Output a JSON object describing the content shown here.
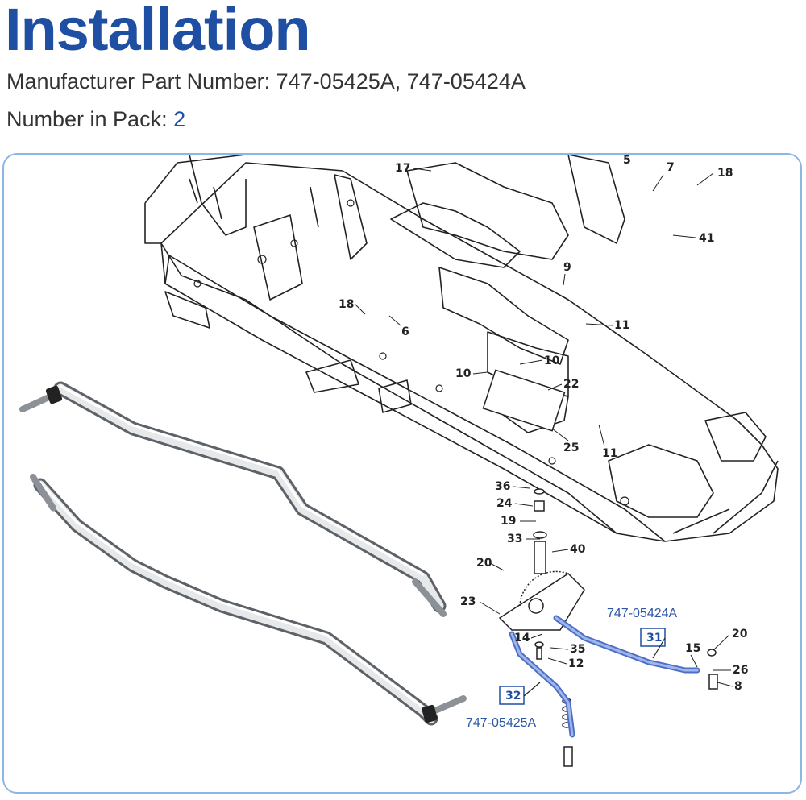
{
  "header": {
    "title": "Installation",
    "mpn_label": "Manufacturer Part Number: ",
    "mpn_value": "747-05425A, 747-05424A",
    "pack_label": "Number in Pack: ",
    "pack_value": "2"
  },
  "diagram": {
    "callouts": [
      "17",
      "5",
      "7",
      "18",
      "41",
      "9",
      "18",
      "6",
      "11",
      "10",
      "10",
      "22",
      "25",
      "11",
      "36",
      "24",
      "19",
      "33",
      "40",
      "20",
      "23",
      "14",
      "35",
      "12",
      "31",
      "15",
      "20",
      "26",
      "8",
      "32"
    ],
    "part_labels": {
      "upper": "747-05424A",
      "lower": "747-05425A"
    },
    "box_labels": {
      "upper": "31",
      "lower": "32"
    }
  },
  "colors": {
    "title": "#1e4fa3",
    "frame_border": "#8db6e4",
    "highlight_rod": "#6f8fd6",
    "part_label": "#2c57a6"
  }
}
